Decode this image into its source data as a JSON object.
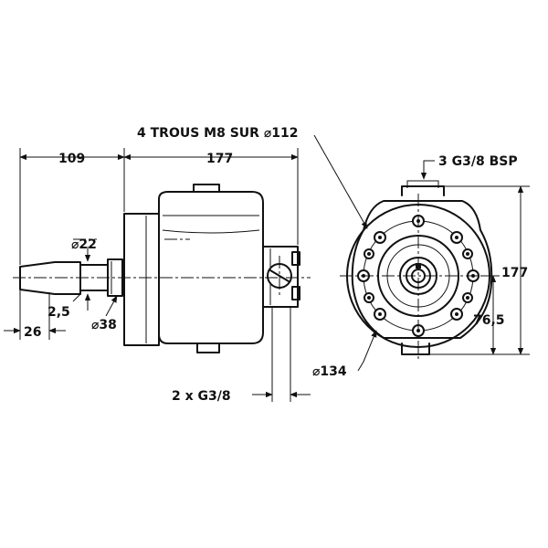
{
  "labels": {
    "holes": "4 TROUS M8 SUR ⌀112",
    "port_top": "3 G3/8 BSP",
    "ports_bottom": "2 x G3/8",
    "dim_109": "109",
    "dim_177_h": "177",
    "dim_177_v": "177",
    "dia_22": "⌀22",
    "dia_38": "⌀38",
    "dim_2_5": "2,5",
    "dim_26": "26",
    "dim_76_5": "76,5",
    "dia_134": "⌀134"
  }
}
